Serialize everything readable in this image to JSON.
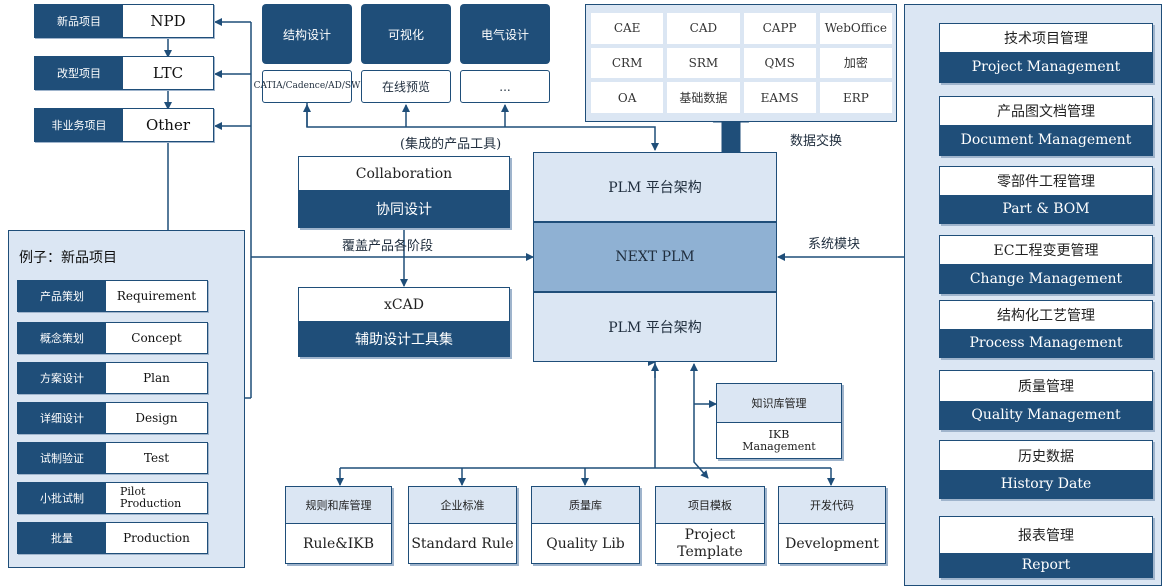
{
  "project_types": [
    {
      "label": "新品项目",
      "name": "NPD"
    },
    {
      "label": "改型项目",
      "name": "LTC"
    },
    {
      "label": "非业务项目",
      "name": "Other"
    }
  ],
  "example": {
    "title": "例子：新品项目",
    "stages": [
      {
        "label": "产品策划",
        "name": "Requirement"
      },
      {
        "label": "概念策划",
        "name": "Concept"
      },
      {
        "label": "方案设计",
        "name": "Plan"
      },
      {
        "label": "详细设计",
        "name": "Design"
      },
      {
        "label": "试制验证",
        "name": "Test"
      },
      {
        "label": "小批试制",
        "name": "Pilot Production"
      },
      {
        "label": "批量",
        "name": "Production"
      }
    ]
  },
  "tools": [
    {
      "label": "结构设计",
      "sub": "CATIA/Cadence/AD/SW"
    },
    {
      "label": "可视化",
      "sub": "在线预览"
    },
    {
      "label": "电气设计",
      "sub": "..."
    }
  ],
  "labels": {
    "integrated_tools": "(集成的产品工具)",
    "cover_stages": "覆盖产品各阶段",
    "data_exchange": "数据交换",
    "system_modules": "系统模块"
  },
  "collaboration": {
    "top": "Collaboration",
    "bottom": "协同设计"
  },
  "xcad": {
    "top": "xCAD",
    "bottom": "辅助设计工具集"
  },
  "systems": [
    "CAE",
    "CAD",
    "CAPP",
    "WebOffice",
    "CRM",
    "SRM",
    "QMS",
    "加密",
    "OA",
    "基础数据",
    "EAMS",
    "ERP"
  ],
  "plm": {
    "top": "PLM 平台架构",
    "middle": "NEXT PLM",
    "bottom": "PLM 平台架构"
  },
  "knowledge": {
    "top": "知识库管理",
    "bottom": "IKB Management"
  },
  "foundation": [
    {
      "label": "规则和库管理",
      "name": "Rule&IKB"
    },
    {
      "label": "企业标准",
      "name": "Standard Rule"
    },
    {
      "label": "质量库",
      "name": "Quality Lib"
    },
    {
      "label": "项目模板",
      "name": "Project Template"
    },
    {
      "label": "开发代码",
      "name": "Development"
    }
  ],
  "modules": [
    {
      "label": "技术项目管理",
      "name": "Project Management"
    },
    {
      "label": "产品图文档管理",
      "name": "Document Management"
    },
    {
      "label": "零部件工程管理",
      "name": "Part & BOM"
    },
    {
      "label": "EC工程变更管理",
      "name": "Change Management"
    },
    {
      "label": "结构化工艺管理",
      "name": "Process Management"
    },
    {
      "label": "质量管理",
      "name": "Quality Management"
    },
    {
      "label": "历史数据",
      "name": "History Date"
    },
    {
      "label": "报表管理",
      "name": "Report"
    }
  ]
}
